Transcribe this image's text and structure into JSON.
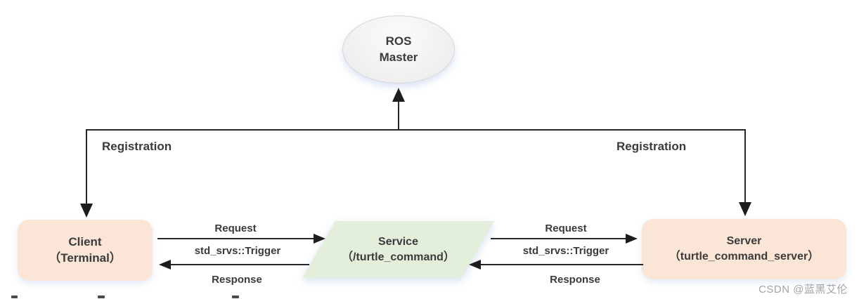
{
  "diagram": {
    "master": {
      "line1": "ROS",
      "line2": "Master"
    },
    "client": {
      "line1": "Client",
      "line2": "（Terminal）"
    },
    "service": {
      "line1": "Service",
      "line2": "（/turtle_command）"
    },
    "server": {
      "line1": "Server",
      "line2": "（turtle_command_server）"
    },
    "registration_left": "Registration",
    "registration_right": "Registration",
    "left_link": {
      "request": "Request",
      "message_type": "std_srvs::Trigger",
      "response": "Response"
    },
    "right_link": {
      "request": "Request",
      "message_type": "std_srvs::Trigger",
      "response": "Response"
    },
    "colors": {
      "node_fill": "#fbe5d6",
      "service_fill": "#e3efda",
      "master_fill": "#f1f1f2",
      "line": "#262626",
      "text": "#3b3b3b"
    }
  },
  "watermark": "CSDN @蓝黑艾伦"
}
